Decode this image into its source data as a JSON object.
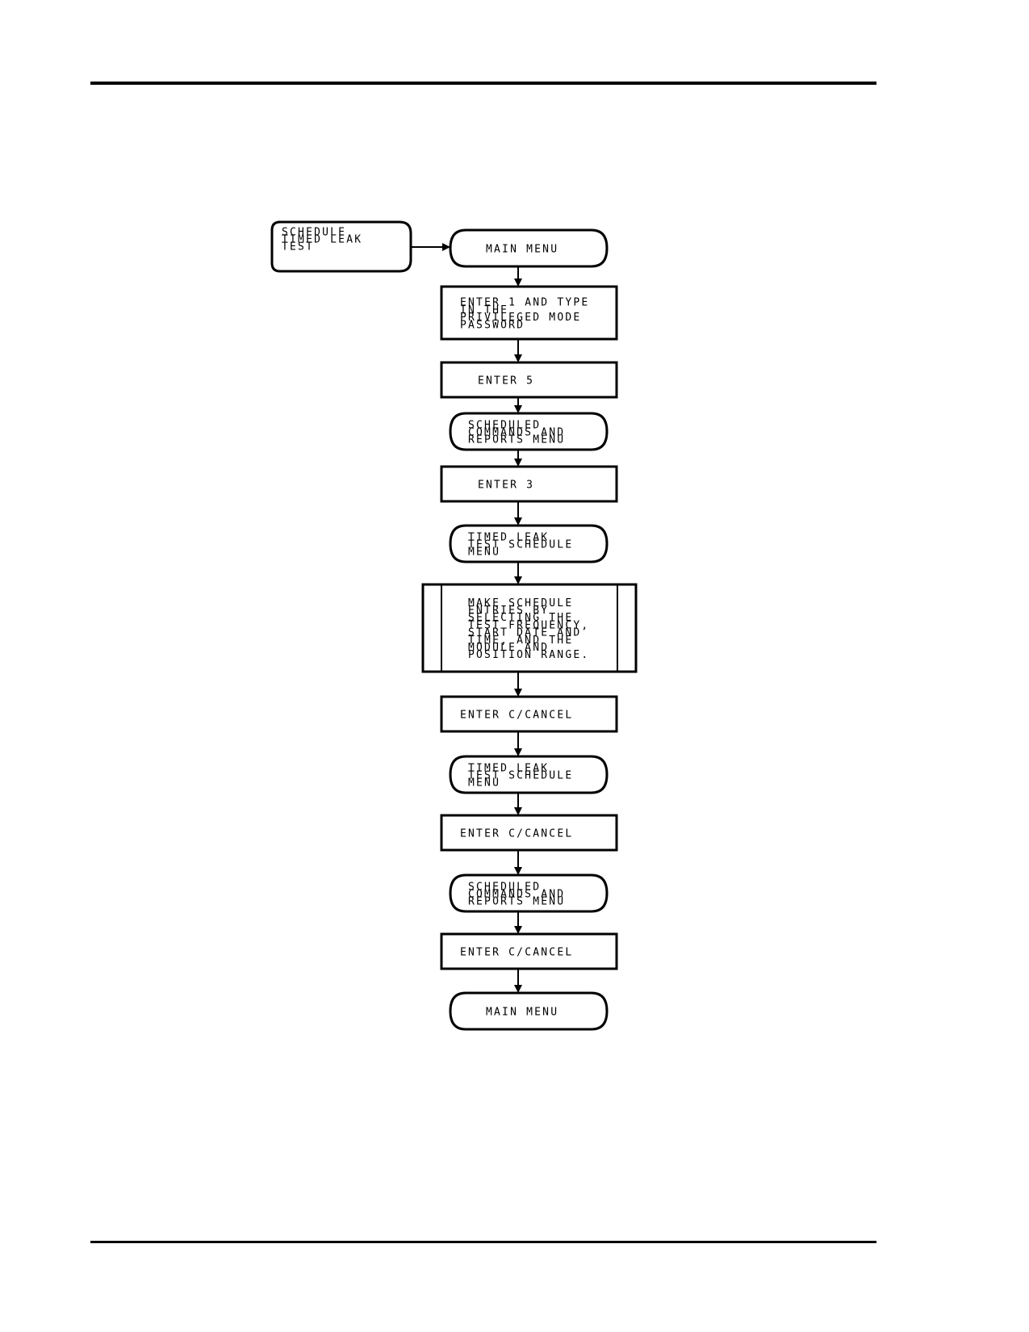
{
  "flowchart": {
    "start": {
      "lines": [
        "SCHEDULE",
        "TIMED LEAK",
        "TEST"
      ]
    },
    "steps": [
      {
        "type": "menu",
        "lines": [
          "MAIN MENU"
        ]
      },
      {
        "type": "action",
        "lines": [
          "ENTER 1 AND TYPE",
          "IN THE",
          "PRIVILEGED MODE",
          "PASSWORD"
        ]
      },
      {
        "type": "action",
        "lines": [
          "ENTER 5"
        ]
      },
      {
        "type": "menu",
        "lines": [
          "SCHEDULED",
          "COMMANDS AND",
          "REPORTS MENU"
        ]
      },
      {
        "type": "action",
        "lines": [
          "ENTER 3"
        ]
      },
      {
        "type": "menu",
        "lines": [
          "TIMED LEAK",
          "TEST SCHEDULE",
          "MENU"
        ]
      },
      {
        "type": "process",
        "lines": [
          "MAKE SCHEDULE",
          "ENTRIES BY",
          "SELECTING THE",
          "TEST FREQUENCY,",
          "START DATE AND",
          "TIME, AND THE",
          "MODULE AND",
          "POSITION RANGE."
        ]
      },
      {
        "type": "action",
        "lines": [
          "ENTER C/CANCEL"
        ]
      },
      {
        "type": "menu",
        "lines": [
          "TIMED LEAK",
          "TEST SCHEDULE",
          "MENU"
        ]
      },
      {
        "type": "action",
        "lines": [
          "ENTER C/CANCEL"
        ]
      },
      {
        "type": "menu",
        "lines": [
          "SCHEDULED",
          "COMMANDS AND",
          "REPORTS MENU"
        ]
      },
      {
        "type": "action",
        "lines": [
          "ENTER C/CANCEL"
        ]
      },
      {
        "type": "menu",
        "lines": [
          "MAIN MENU"
        ]
      }
    ]
  }
}
